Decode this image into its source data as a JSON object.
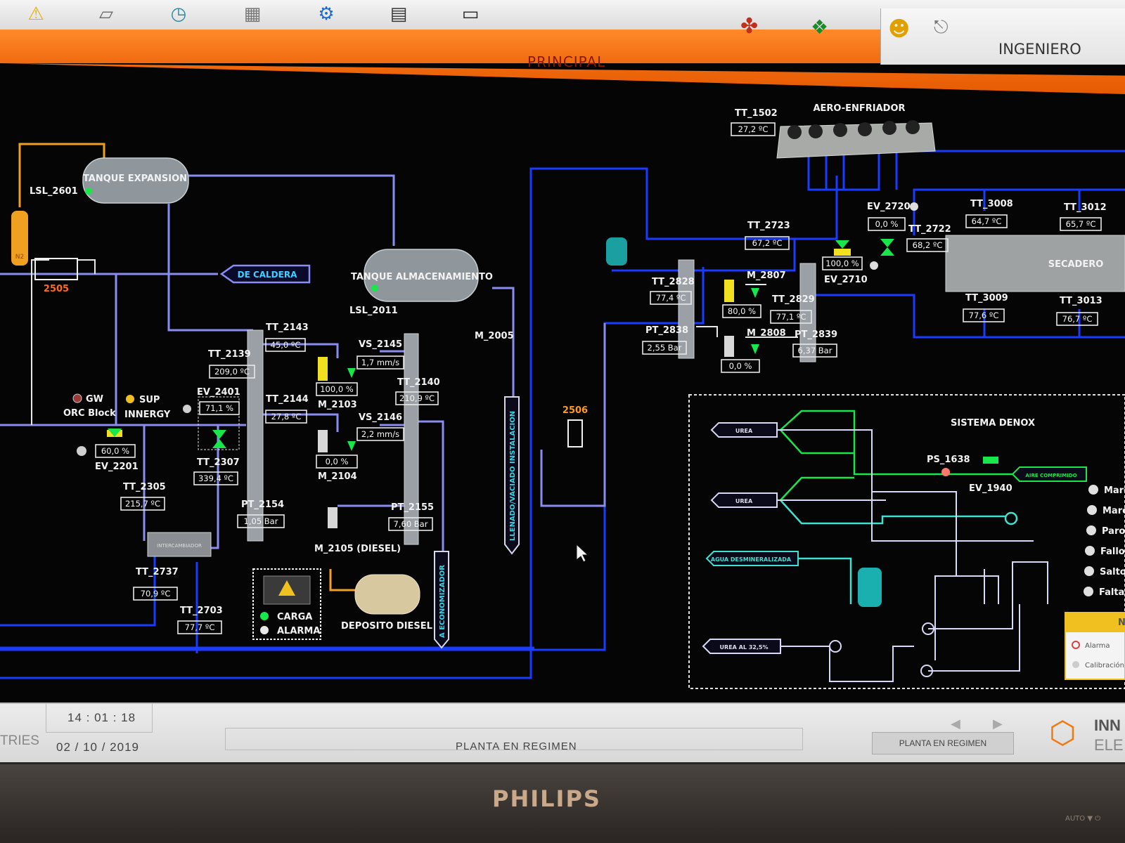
{
  "header": {
    "title": "PRINCIPAL",
    "role": "INGENIERO"
  },
  "toolbar": {
    "icons": [
      "warning-icon",
      "book-icon",
      "clock-icon",
      "trend-grid-icon",
      "gear-icon",
      "panel-icon",
      "monitor-icon",
      "puzzle-icon",
      "windows-icon",
      "user-icon",
      "logout-icon"
    ]
  },
  "equipment": {
    "tanque_expansion": "TANQUE EXPANSION",
    "tanque_almacenamiento": "TANQUE ALMACENAMIENTO",
    "aero": "AERO-ENFRIADOR",
    "secadero": "SECADERO",
    "intercambiador": "INTERCAMBIADOR",
    "deposito": "DEPOSITO DIESEL",
    "de_caldera": "DE CALDERA",
    "llenado": "LLENADO/VACIADO INSTALACION",
    "economizador": "A ECONOMIZADOR"
  },
  "tags": {
    "lsl_2601": "LSL_2601",
    "lsl_2011": "LSL_2011",
    "n2": "N2",
    "t2505": "2505",
    "t2506": "2506",
    "m_2005": "M_2005",
    "tt_2143": "TT_2143",
    "tt_2143_v": "45,0 ºC",
    "tt_2139": "TT_2139",
    "tt_2139_v": "209,0 ºC",
    "vs_2145": "VS_2145",
    "vs_2145_v": "1,7 mm/s",
    "m_2103": "M_2103",
    "m_2103_v": "100,0 %",
    "tt_2140": "TT_2140",
    "tt_2140_v": "210,9 ºC",
    "ev_2401": "EV_2401",
    "ev_2401_v": "71,1 %",
    "tt_2144": "TT_2144",
    "tt_2144_v": "27,8 ºC",
    "vs_2146": "VS_2146",
    "vs_2146_v": "2,2 mm/s",
    "m_2104": "M_2104",
    "m_2104_v": "0,0 %",
    "tt_2307": "TT_2307",
    "tt_2307_v": "339,4 ºC",
    "ev_2201": "EV_2201",
    "ev_2201_v": "60,0 %",
    "tt_2305": "TT_2305",
    "tt_2305_v": "215,7 ºC",
    "pt_2154": "PT_2154",
    "pt_2154_v": "1,05 Bar",
    "pt_2155": "PT_2155",
    "pt_2155_v": "7,60 Bar",
    "m_2105": "M_2105 (DIESEL)",
    "tt_2737": "TT_2737",
    "tt_2737_v": "70,9 ºC",
    "tt_2703": "TT_2703",
    "tt_2703_v": "77,7 ºC",
    "gw": "GW",
    "orc": "ORC Block",
    "sup": "SUP",
    "innergy": "INNERGY",
    "carga": "CARGA",
    "alarma": "ALARMA",
    "tt_1502": "TT_1502",
    "tt_1502_v": "27,2 ºC",
    "ev_2720": "EV_2720",
    "ev_2720_v": "0,0 %",
    "tt_2722": "TT_2722",
    "tt_2722_v": "68,2 ºC",
    "tt_2723": "TT_2723",
    "tt_2723_v": "67,2 ºC",
    "ev_2710": "EV_2710",
    "ev_2710_v": "100,0 %",
    "tt_3008": "TT_3008",
    "tt_3008_v": "64,7 ºC",
    "tt_3012": "TT_3012",
    "tt_3012_v": "65,7 ºC",
    "tt_3009": "TT_3009",
    "tt_3009_v": "77,6 ºC",
    "tt_3013": "TT_3013",
    "tt_3013_v": "76,7 ºC",
    "tt_2828": "TT_2828",
    "tt_2828_v": "77,4 ºC",
    "m_2807": "M_2807",
    "m_2807_v": "80,0 %",
    "tt_2829": "TT_2829",
    "tt_2829_v": "77,1 ºC",
    "pt_2838": "PT_2838",
    "pt_2838_v": "2,55 Bar",
    "m_2808": "M_2808",
    "m_2808_v": "0,0 %",
    "pt_2839": "PT_2839",
    "pt_2839_v": "6,37 Bar"
  },
  "denox": {
    "title": "SISTEMA DENOX",
    "urea1": "UREA",
    "urea2": "UREA",
    "agua": "AGUA DESMINERALIZADA",
    "urea325": "UREA AL 32,5%",
    "ps_1638": "PS_1638",
    "ev_1940": "EV_1940",
    "aire": "AIRE COMPRIMIDO",
    "side_items": [
      "Marc",
      "Marc",
      "Paro",
      "Fallo",
      "Salto",
      "Falta U"
    ],
    "legend_title": "NO",
    "legend_items": [
      "Alarma",
      "Calibración"
    ]
  },
  "statusbar": {
    "time": "14 : 01 : 18",
    "date": "02 / 10 / 2019",
    "left_text": "TRIES",
    "message": "PLANTA EN REGIMEN",
    "state_button": "PLANTA EN REGIMEN",
    "logo_text1": "INN",
    "logo_text2": "ELE"
  },
  "monitor": {
    "brand": "PHILIPS",
    "corner": "AUTO ▼  ⏻"
  },
  "colors": {
    "pipe_blue": "#1a3cff",
    "pipe_violet": "#8a8cf0",
    "pipe_green": "#19e64a",
    "pipe_cyan": "#3fe0d0",
    "orange_bar": "#f06a10",
    "value_box": "#cfcfcf"
  }
}
